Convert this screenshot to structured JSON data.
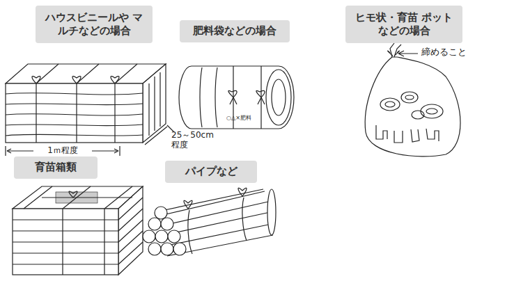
{
  "diagram": {
    "nodes": [
      {
        "text": [
          "ハウスビニールや マルチなどの場合"
        ]
      },
      {
        "text": [
          "肥料袋などの場合"
        ]
      },
      {
        "text": [
          "ヒモ状・育苗 ポットなどの場合"
        ]
      },
      {
        "text": [
          "育苗箱類"
        ]
      },
      {
        "text": [
          "パイプなど"
        ]
      }
    ],
    "labels": [
      "1ｍ程度",
      "25～50cm 程度",
      "○△×肥料",
      "締めること"
    ]
  }
}
